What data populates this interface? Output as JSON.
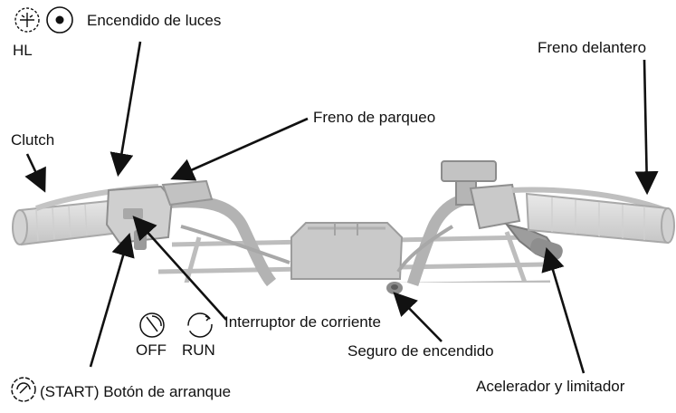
{
  "labels": {
    "headlight_short": "HL",
    "lights_switch": "Encendido de luces",
    "clutch": "Clutch",
    "parking_brake": "Freno de parqueo",
    "front_brake": "Freno delantero",
    "kill_switch": "Interruptor de corriente",
    "off": "OFF",
    "run": "RUN",
    "ignition_lock": "Seguro de encendido",
    "throttle_limiter": "Acelerador y limitador",
    "start_button": "(START) Botón de arranque"
  },
  "colors": {
    "line": "#111111",
    "drawing_light": "#d9d9d9",
    "drawing_mid": "#b5b5b5",
    "drawing_dark": "#8c8c8c"
  }
}
